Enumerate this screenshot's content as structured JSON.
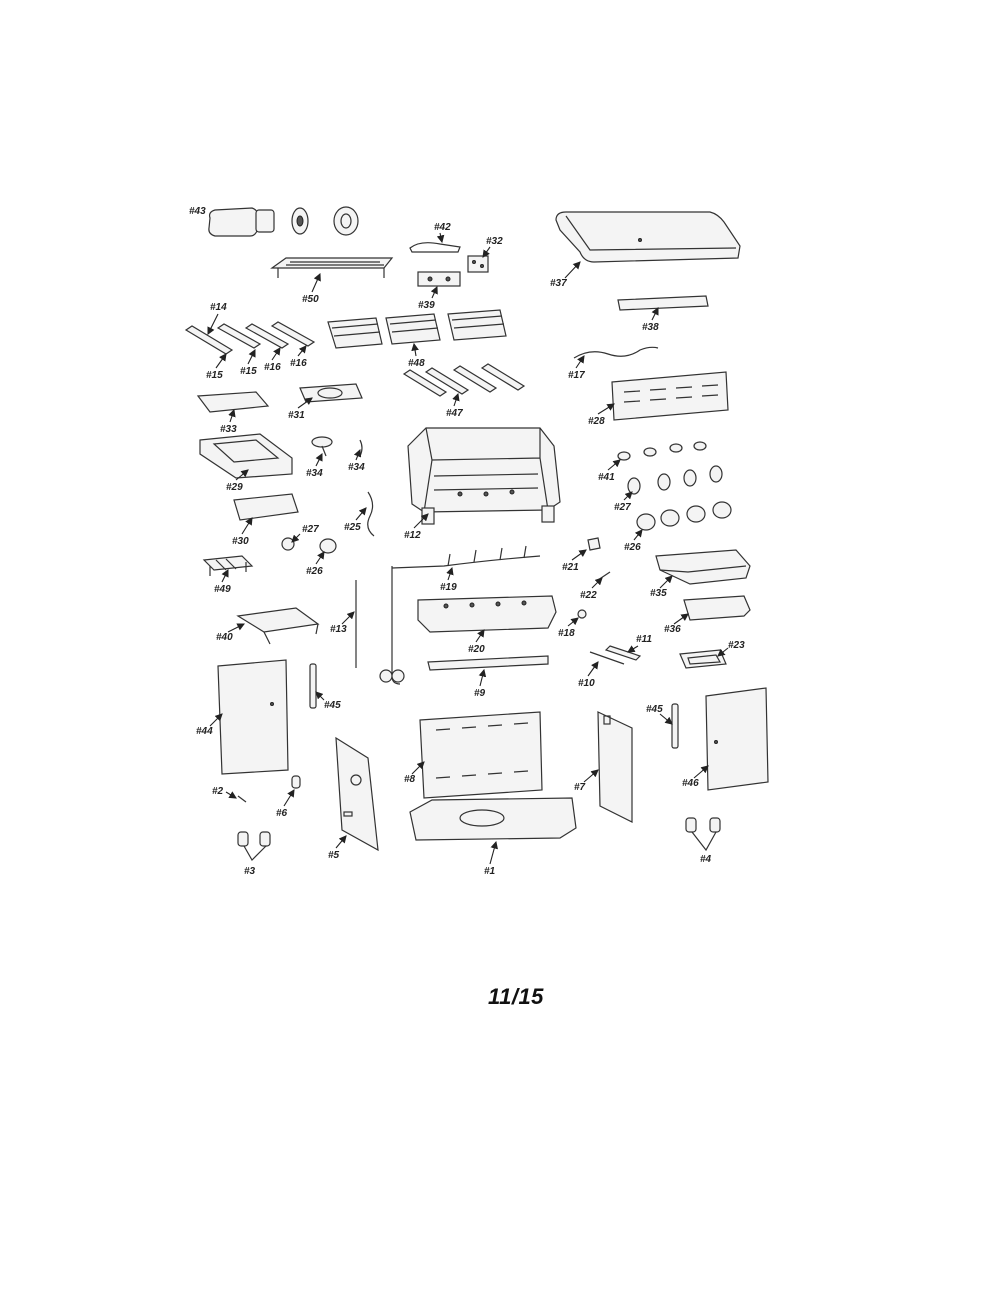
{
  "page_number": "11/15",
  "labels": {
    "p43": "#43",
    "p42": "#42",
    "p32": "#32",
    "p37": "#37",
    "p50": "#50",
    "p39": "#39",
    "p14": "#14",
    "p15a": "#15",
    "p15b": "#15",
    "p16a": "#16",
    "p16b": "#16",
    "p48": "#48",
    "p38": "#38",
    "p17": "#17",
    "p47": "#47",
    "p33": "#33",
    "p31": "#31",
    "p28": "#28",
    "p29": "#29",
    "p34a": "#34",
    "p34b": "#34",
    "p12": "#12",
    "p41": "#41",
    "p27a": "#27",
    "p27b": "#27",
    "p30": "#30",
    "p25": "#25",
    "p26a": "#26",
    "p26b": "#26",
    "p21": "#21",
    "p49": "#49",
    "p19": "#19",
    "p22": "#22",
    "p35": "#35",
    "p13": "#13",
    "p40": "#40",
    "p18": "#18",
    "p20": "#20",
    "p36": "#36",
    "p11": "#11",
    "p23": "#23",
    "p10": "#10",
    "p9": "#9",
    "p44": "#44",
    "p45a": "#45",
    "p45b": "#45",
    "p8": "#8",
    "p7": "#7",
    "p46": "#46",
    "p2": "#2",
    "p6": "#6",
    "p5": "#5",
    "p1": "#1",
    "p3": "#3",
    "p4": "#4"
  }
}
